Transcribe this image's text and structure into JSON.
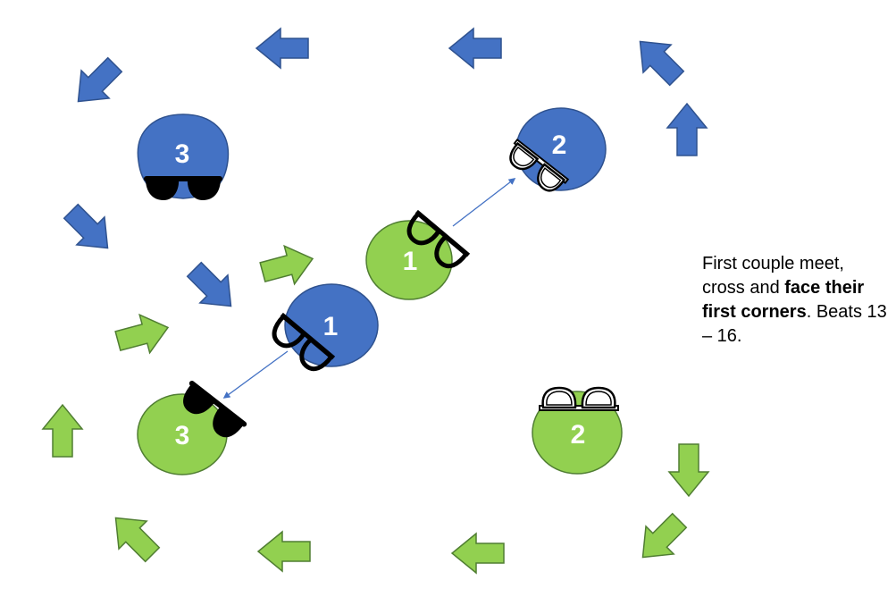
{
  "colors": {
    "blue": "#4472C4",
    "blue_stroke": "#2F528F",
    "green": "#92D050",
    "green_stroke": "#507E32",
    "glasses": "#000000",
    "connector": "#4472C4"
  },
  "dancers": [
    {
      "id": "blue-3",
      "label": "3",
      "color": "blue",
      "accessory": "sunglasses"
    },
    {
      "id": "blue-2",
      "label": "2",
      "color": "blue",
      "accessory": "white-glasses"
    },
    {
      "id": "green-1",
      "label": "1",
      "color": "green",
      "accessory": "black-glasses"
    },
    {
      "id": "blue-1",
      "label": "1",
      "color": "blue",
      "accessory": "black-glasses"
    },
    {
      "id": "green-3",
      "label": "3",
      "color": "green",
      "accessory": "sunglasses"
    },
    {
      "id": "green-2",
      "label": "2",
      "color": "green",
      "accessory": "white-glasses"
    }
  ],
  "caption": {
    "part1": "First couple meet, cross and ",
    "bold": "face their first corners",
    "part2": ". Beats 13 – 16."
  }
}
